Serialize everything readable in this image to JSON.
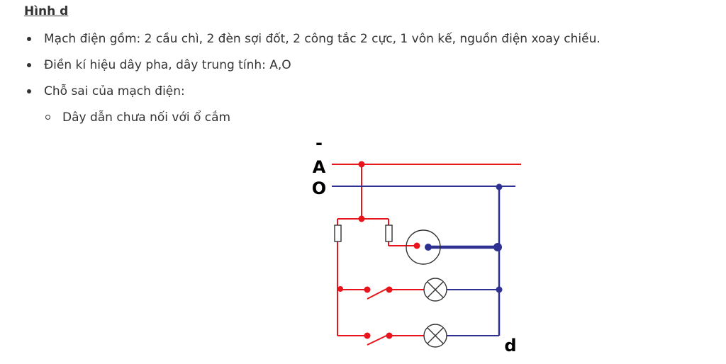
{
  "heading": "Hình d",
  "bullets": [
    "Mạch điện gồm: 2 cầu chì, 2 đèn sợi đốt, 2 công tắc 2 cực, 1 vôn kế, nguồn điện xoay chiều.",
    "Điền kí hiệu dây pha, dây trung tính: A,O",
    "Chỗ sai của mạch điện:"
  ],
  "sub_bullets": [
    "Dây dẫn chưa nối với ổ cắm"
  ],
  "diagram": {
    "mark_top": "-",
    "label_phase": "A",
    "label_neutral": "O",
    "label_figure": "d",
    "colors": {
      "phase": "#e8141c",
      "neutral": "#2e3192",
      "outline": "#333333"
    }
  }
}
